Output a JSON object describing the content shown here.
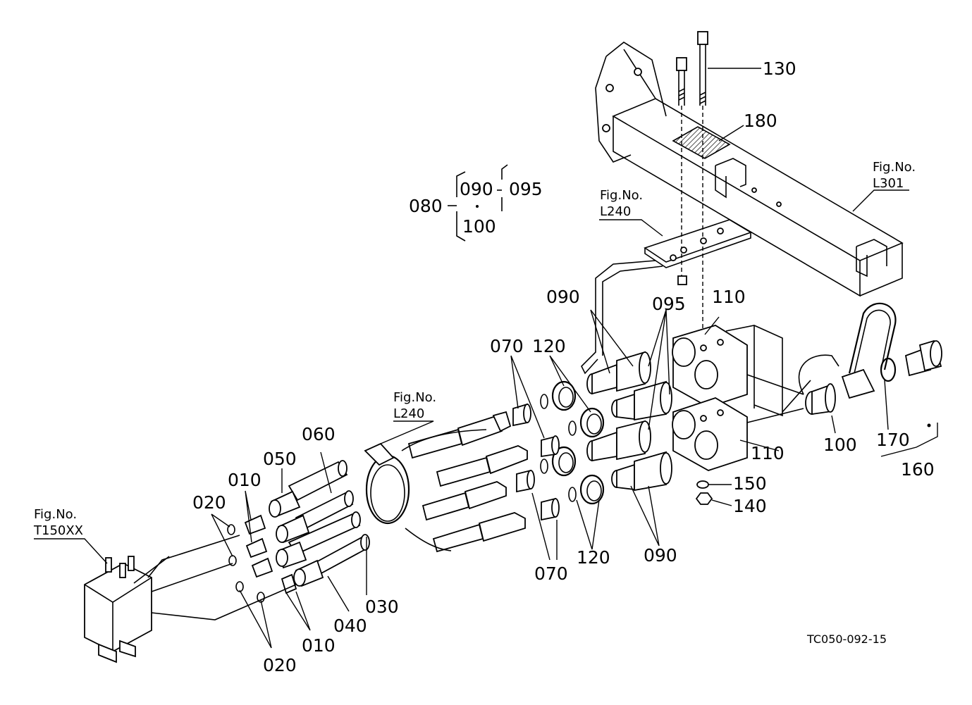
{
  "drawing_code": "TC050-092-15",
  "fig_refs": {
    "prefix": "Fig.No.",
    "l301": "L301",
    "l240_top": "L240",
    "l240_left": "L240",
    "t150": "T150XX"
  },
  "callouts": {
    "p130": "130",
    "p180": "180",
    "p080": "080",
    "p090_group": "090",
    "p095_group": "095",
    "p100_group": "100",
    "p090_top": "090",
    "p095_top": "095",
    "p110_top": "110",
    "p070_top": "070",
    "p120_top": "120",
    "p060": "060",
    "p050": "050",
    "p010_top": "010",
    "p020_top": "020",
    "p110_bottom": "110",
    "p100_right": "100",
    "p170": "170",
    "p160": "160",
    "p150": "150",
    "p140": "140",
    "p090_bottom": "090",
    "p120_bottom": "120",
    "p070_bottom": "070",
    "p030": "030",
    "p040": "040",
    "p010_bottom": "010",
    "p020_bottom": "020"
  }
}
